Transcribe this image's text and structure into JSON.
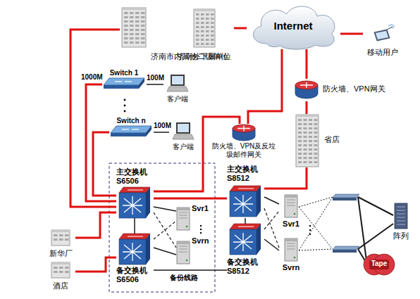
{
  "diagram": {
    "nodes": [
      {
        "text": [
          "济南市内其他二级单位"
        ]
      },
      {
        "text": [
          "Internet"
        ]
      },
      {
        "text": [
          "济南外下属单位"
        ]
      },
      {
        "text": [
          "移动用户"
        ]
      },
      {
        "text": [
          "Switch 1"
        ]
      },
      {
        "text": [
          "客户端"
        ]
      },
      {
        "text": [
          "Switch n"
        ]
      },
      {
        "text": [
          "客户端"
        ]
      },
      {
        "text": [
          "防火墙、VPN网关"
        ]
      },
      {
        "text": [
          "防火墙、VPN及反垃圾邮件网关"
        ]
      },
      {
        "text": [
          "省店"
        ]
      },
      {
        "text": [
          "主交换机 S6506"
        ]
      },
      {
        "text": [
          "Svr1"
        ]
      },
      {
        "text": [
          "Svrn"
        ]
      },
      {
        "text": [
          "备交换机 S6506"
        ]
      },
      {
        "text": [
          "主交换机 S8512"
        ]
      },
      {
        "text": [
          "Svr1"
        ]
      },
      {
        "text": [
          "备交换机 S8512"
        ]
      },
      {
        "text": [
          "Svrn"
        ]
      },
      {
        "text": [
          "阵列"
        ]
      },
      {
        "text": [
          "Tape"
        ]
      },
      {
        "text": [
          "新华厂"
        ]
      },
      {
        "text": [
          "酒店"
        ]
      }
    ],
    "edges": [
      {
        "from": 0,
        "to": 11,
        "arrow": "none"
      },
      {
        "from": 2,
        "to": 1,
        "arrow": "none"
      },
      {
        "from": 1,
        "to": 3,
        "arrow": "none"
      },
      {
        "from": 1,
        "to": 8,
        "arrow": "none"
      },
      {
        "from": 8,
        "to": 10,
        "arrow": "none"
      },
      {
        "from": 10,
        "to": 15,
        "arrow": "none"
      },
      {
        "from": 1,
        "to": 9,
        "arrow": "none"
      },
      {
        "from": 9,
        "to": 11,
        "arrow": "none"
      },
      {
        "from": 4,
        "to": 11,
        "label": "1000M",
        "arrow": "none"
      },
      {
        "from": 4,
        "to": 5,
        "label": "100M",
        "arrow": "none"
      },
      {
        "from": 6,
        "to": 7,
        "label": "100M",
        "arrow": "none"
      },
      {
        "from": 6,
        "to": 11,
        "arrow": "none"
      },
      {
        "from": 11,
        "to": 14,
        "arrow": "none"
      },
      {
        "from": 11,
        "to": 12,
        "arrow": "none"
      },
      {
        "from": 11,
        "to": 13,
        "arrow": "none"
      },
      {
        "from": 14,
        "to": 12,
        "arrow": "none"
      },
      {
        "from": 14,
        "to": 13,
        "arrow": "none"
      },
      {
        "from": 11,
        "to": 15,
        "arrow": "none"
      },
      {
        "from": 14,
        "to": 17,
        "label": "备份线路",
        "arrow": "none"
      },
      {
        "from": 15,
        "to": 17,
        "arrow": "none"
      },
      {
        "from": 15,
        "to": 16,
        "arrow": "none"
      },
      {
        "from": 15,
        "to": 18,
        "arrow": "none"
      },
      {
        "from": 17,
        "to": 16,
        "arrow": "none"
      },
      {
        "from": 17,
        "to": 18,
        "arrow": "none"
      },
      {
        "from": 21,
        "to": 11,
        "arrow": "none"
      },
      {
        "from": 22,
        "to": 14,
        "arrow": "none"
      }
    ]
  }
}
